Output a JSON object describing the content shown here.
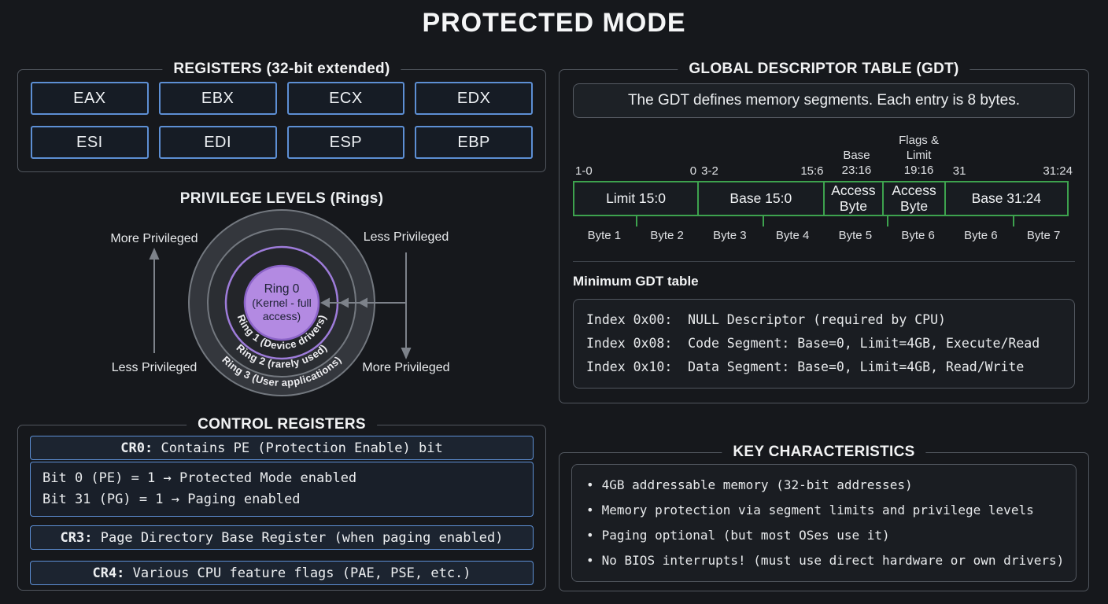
{
  "title": "PROTECTED MODE",
  "registers": {
    "section_title": "REGISTERS (32-bit extended)",
    "items": [
      "EAX",
      "EBX",
      "ECX",
      "EDX",
      "ESI",
      "EDI",
      "ESP",
      "EBP"
    ]
  },
  "privilege": {
    "section_title": "PRIVILEGE LEVELS (Rings)",
    "center_lines": [
      "Ring 0",
      "(Kernel - full",
      "access)"
    ],
    "ring_labels": [
      "Ring 1 (Device drivers)",
      "Ring 2 (rarely used)",
      "Ring 3 (User applications)"
    ],
    "labels": {
      "left_top": "More Privileged",
      "left_bottom": "Less Privileged",
      "right_top": "Less Privileged",
      "right_bottom": "More Privileged"
    },
    "colors": {
      "ring0_fill": "#b38ae2",
      "ring_purple_stroke": "#9e7cda",
      "ring_grey_stroke": "#73787f"
    }
  },
  "control_registers": {
    "section_title": "CONTROL REGISTERS",
    "cr0_prefix": "CR0:",
    "cr0_text": " Contains PE (Protection Enable) bit",
    "cr0_details": [
      "Bit 0 (PE) = 1 → Protected Mode enabled",
      "Bit 31 (PG) = 1 → Paging enabled"
    ],
    "cr3_prefix": "CR3:",
    "cr3_text": " Page Directory Base Register (when paging enabled)",
    "cr4_prefix": "CR4:",
    "cr4_text": " Various CPU feature flags (PAE, PSE, etc.)"
  },
  "gdt": {
    "section_title": "GLOBAL DESCRIPTOR TABLE (GDT)",
    "description": "The GDT defines memory segments. Each entry is 8 bytes.",
    "bit_labels": {
      "cell1_left": "1-0",
      "cell1_right": "0",
      "cell2_left": "3-2",
      "cell2_right": "15:6",
      "cell3_line1": "Base",
      "cell3_line2": "23:16",
      "cell4_line1": "Flags &",
      "cell4_line2": "Limit",
      "cell4_line3": "19:16",
      "cell5_left": "31",
      "cell5_right": "31:24"
    },
    "cells": [
      "Limit 15:0",
      "Base 15:0",
      "Access Byte",
      "Access Byte",
      "Base 31:24"
    ],
    "byte_labels": [
      "Byte 1",
      "Byte 2",
      "Byte 3",
      "Byte 4",
      "Byte 5",
      "Byte 6",
      "Byte 6",
      "Byte 7"
    ],
    "min_table_title": "Minimum GDT table",
    "min_table_lines": [
      "Index 0x00:  NULL Descriptor (required by CPU)",
      "Index 0x08:  Code Segment: Base=0, Limit=4GB, Execute/Read",
      "Index 0x10:  Data Segment: Base=0, Limit=4GB, Read/Write"
    ],
    "accent_green": "#3da24e"
  },
  "key_characteristics": {
    "section_title": "KEY CHARACTERISTICS",
    "bullet": "•",
    "items": [
      "4GB addressable memory (32-bit addresses)",
      "Memory protection via segment limits and privilege levels",
      "Paging optional (but most OSes use it)",
      "No BIOS interrupts! (must use direct hardware or own drivers)"
    ]
  },
  "colors": {
    "accent_blue": "#5d8fd4",
    "accent_green": "#3da24e",
    "accent_purple": "#b38ae2",
    "background": "#16181c"
  }
}
